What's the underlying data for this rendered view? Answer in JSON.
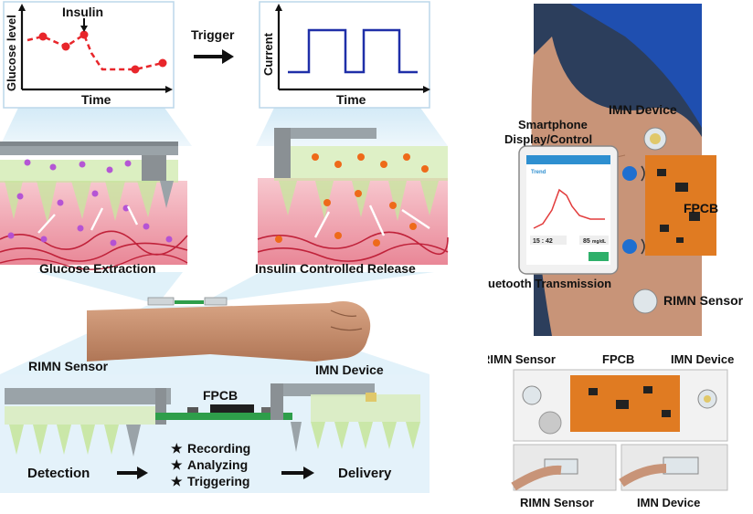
{
  "graphs": {
    "glucose": {
      "ylabel": "Glucose level",
      "xlabel": "Time",
      "annotation": "Insulin"
    },
    "current": {
      "ylabel": "Current",
      "xlabel": "Time"
    },
    "trigger_label": "Trigger"
  },
  "skin_panels": {
    "left_caption": "Glucose Extraction",
    "right_caption": "Insulin Controlled Release"
  },
  "arm_labels": {
    "rimn_sensor": "RIMN Sensor",
    "imn_device": "IMN Device"
  },
  "device_panel": {
    "fpcb": "FPCB",
    "detection": "Detection",
    "steps": [
      "Recording",
      "Analyzing",
      "Triggering"
    ],
    "delivery": "Delivery",
    "star_glyph": "★"
  },
  "photo_top": {
    "imn_device": "IMN Device",
    "smartphone": "Smartphone Display/Control",
    "fpcb": "FPCB",
    "bluetooth": "Bluetooth Transmission",
    "rimn_sensor": "RIMN Sensor",
    "phone_screen": {
      "title": "Trend",
      "time": "15 : 42",
      "value": "85",
      "unit": "mg/dL"
    }
  },
  "photo_bottom": {
    "rimn_sensor": "RIMN Sensor",
    "fpcb": "FPCB",
    "imn_device": "IMN Device",
    "rimn_sensor_caption": "RIMN Sensor",
    "imn_device_caption": "IMN Device"
  },
  "colors": {
    "glucose_curve": "#e8262b",
    "current_curve": "#1f2fa8",
    "skin_pink": "#f2a9b4",
    "microneedle_green": "#c8e6a0",
    "highlight_blue": "#cfe8f6",
    "fpcb_orange": "#e07b22",
    "arm_skin": "#c08a6a",
    "glucose_dot": "#b24fd6",
    "insulin_dot": "#ee6a1a"
  }
}
